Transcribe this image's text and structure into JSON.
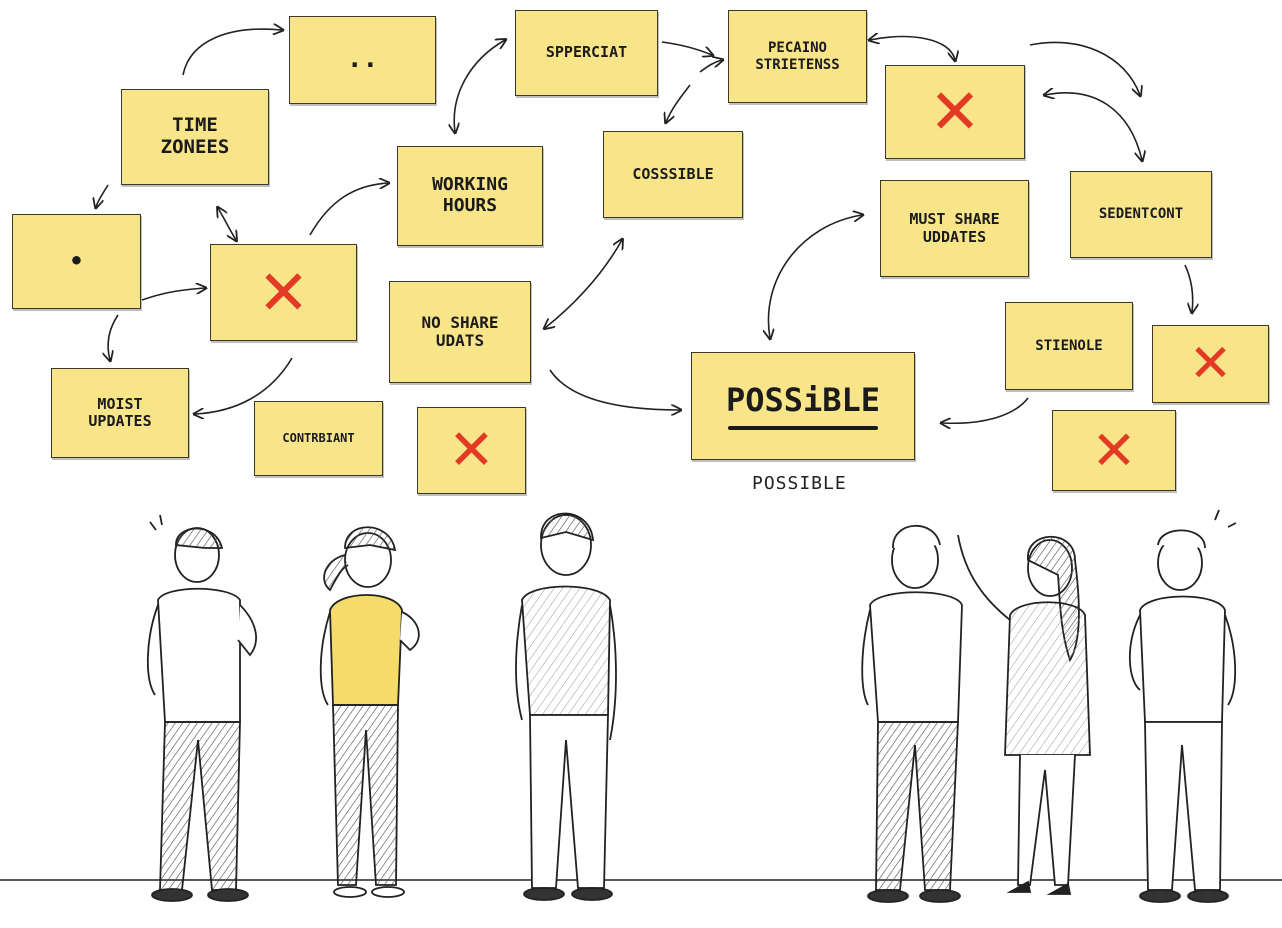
{
  "notes": {
    "dots": "..",
    "spercat": "SPPERCIAT",
    "pecaino": "PECAINO\nSTRIETENSS",
    "time_zones": "TIME\nZONEES",
    "dot": "•",
    "working_hours": "WORKING\nHOURS",
    "cossible": "COSSSIBLE",
    "must_share": "MUST SHARE\nUDDATES",
    "sedentcont": "SEDENTCONT",
    "no_share": "NO SHARE\nUDATS",
    "stienole": "STIENOLE",
    "moist": "MOIST\nUPDATES",
    "contrbiant": "CONTRBIANT",
    "possible": "POSSiBLE",
    "x": "✕"
  },
  "caption": "POSSIBLE",
  "colors": {
    "note": "#f8e58a",
    "x": "#e23a25",
    "ink": "#1b1b1b",
    "shirt_yellow": "#f5dc6a"
  }
}
